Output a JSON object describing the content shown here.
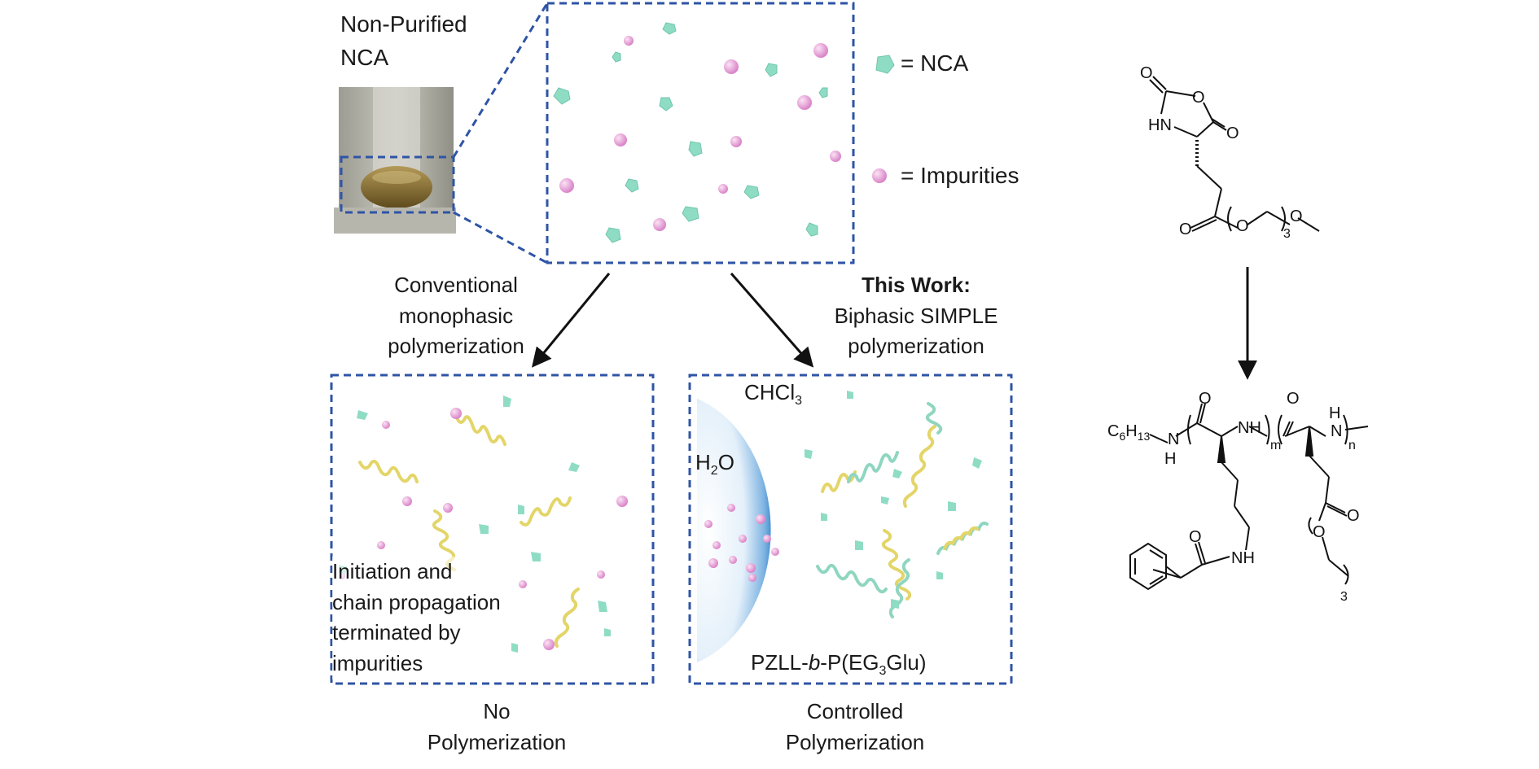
{
  "top": {
    "vial_title_line1": "Non-Purified",
    "vial_title_line2": "NCA",
    "legend_nca": "= NCA",
    "legend_impurities": "= Impurities"
  },
  "left_branch": {
    "heading_line1": "Conventional",
    "heading_line2": "monophasic",
    "heading_line3": "polymerization",
    "note_line1": "Initiation and",
    "note_line2": "chain propagation",
    "note_line3": "terminated  by",
    "note_line4": "impurities",
    "outcome_line1": "No",
    "outcome_line2": "Polymerization"
  },
  "right_branch": {
    "heading_bold": "This Work:",
    "heading_line2": "Biphasic SIMPLE",
    "heading_line3": "polymerization",
    "organic_phase": "CHCl",
    "organic_phase_sub": "3",
    "aqueous_phase": "H",
    "aqueous_phase_sub": "2",
    "aqueous_phase_tail": "O",
    "product_prefix": "PZLL-",
    "product_italic": "b",
    "product_mid": "-P(EG",
    "product_sub": "3",
    "product_suffix": "Glu)",
    "outcome_line1": "Controlled",
    "outcome_line2": "Polymerization"
  },
  "chemistry": {
    "monomer_atoms": {
      "O_top": "O",
      "O_ring": "O",
      "HN": "HN",
      "O_carbonyl": "O",
      "O_ester_dbl": "O",
      "O_ester": "O",
      "O_methoxy": "O",
      "repeat_sub": "3"
    },
    "polymer_atoms": {
      "c6h13_c": "C",
      "c6h13_6": "6",
      "c6h13_h": "H",
      "c6h13_13": "13",
      "N1": "N",
      "H1": "H",
      "O1": "O",
      "NH2": "NH",
      "m": "m",
      "O2": "O",
      "H3": "H",
      "N3": "N",
      "n": "n",
      "O_side": "O",
      "NH_side": "NH",
      "O_ester_dbl": "O",
      "O_ester": "O",
      "repeat_sub": "3"
    }
  },
  "colors": {
    "dashed_box": "#2f54a6",
    "nca": "#8fdcc4",
    "impurity": "#e59ad6",
    "helix_yellow": "#e3d568",
    "helix_teal": "#8fd6c0",
    "droplet": "#2b7ec9"
  }
}
